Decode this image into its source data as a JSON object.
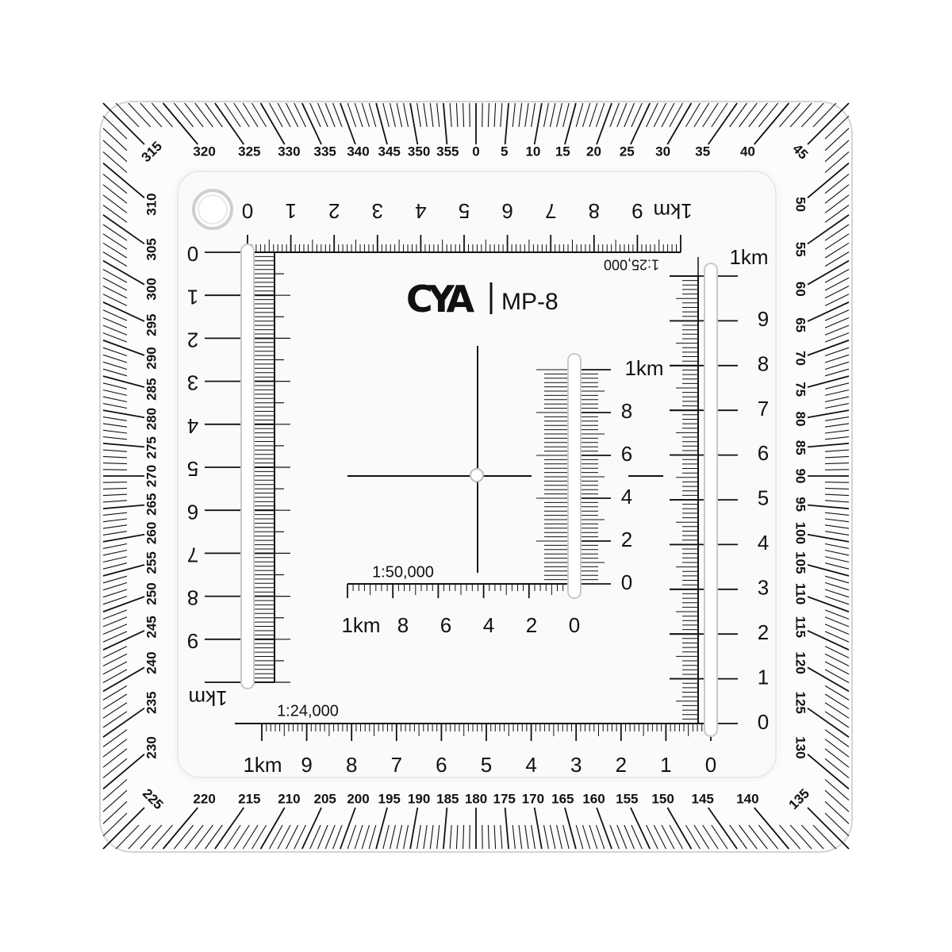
{
  "product": {
    "brand": "CYA",
    "model": "MP-8"
  },
  "protractor": {
    "bearing_labels": [
      "320",
      "325",
      "330",
      "335",
      "340",
      "345",
      "350",
      "355",
      "0",
      "5",
      "10",
      "15",
      "20",
      "25",
      "30",
      "35",
      "40",
      "45",
      "50",
      "55",
      "60",
      "65",
      "70",
      "75",
      "80",
      "85",
      "90",
      "95",
      "100",
      "105",
      "110",
      "115",
      "120",
      "125",
      "130",
      "135",
      "140",
      "145",
      "150",
      "155",
      "160",
      "165",
      "170",
      "175",
      "180",
      "185",
      "190",
      "195",
      "200",
      "205",
      "210",
      "215",
      "220",
      "225",
      "230",
      "235",
      "240",
      "245",
      "250",
      "255",
      "260",
      "265",
      "270",
      "275",
      "280",
      "285",
      "290",
      "295",
      "300",
      "305",
      "310",
      "315"
    ],
    "unit": "degrees"
  },
  "scales": {
    "top": {
      "scale": "1:25,000",
      "labels": [
        "0",
        "1",
        "2",
        "3",
        "4",
        "5",
        "6",
        "7",
        "8",
        "9",
        "1km"
      ]
    },
    "bottom": {
      "scale": "1:24,000",
      "labels": [
        "1km",
        "9",
        "8",
        "7",
        "6",
        "5",
        "4",
        "3",
        "2",
        "1",
        "0"
      ]
    },
    "left": {
      "labels": [
        "0",
        "1",
        "2",
        "3",
        "4",
        "5",
        "6",
        "7",
        "8",
        "9",
        "1km"
      ]
    },
    "right": {
      "label_km": "1km",
      "labels": [
        "9",
        "8",
        "7",
        "6",
        "5",
        "4",
        "3",
        "2",
        "1",
        "0"
      ]
    },
    "inner_horizontal": {
      "scale": "1:50,000",
      "labels": [
        "1km",
        "8",
        "6",
        "4",
        "2",
        "0"
      ]
    },
    "inner_vertical": {
      "labels": [
        "1km",
        "8",
        "6",
        "4",
        "2",
        "0"
      ]
    }
  },
  "colors": {
    "ink": "#111111",
    "plate_fill": "#fbfbfb",
    "plate_edge": "#dcdcdc"
  }
}
